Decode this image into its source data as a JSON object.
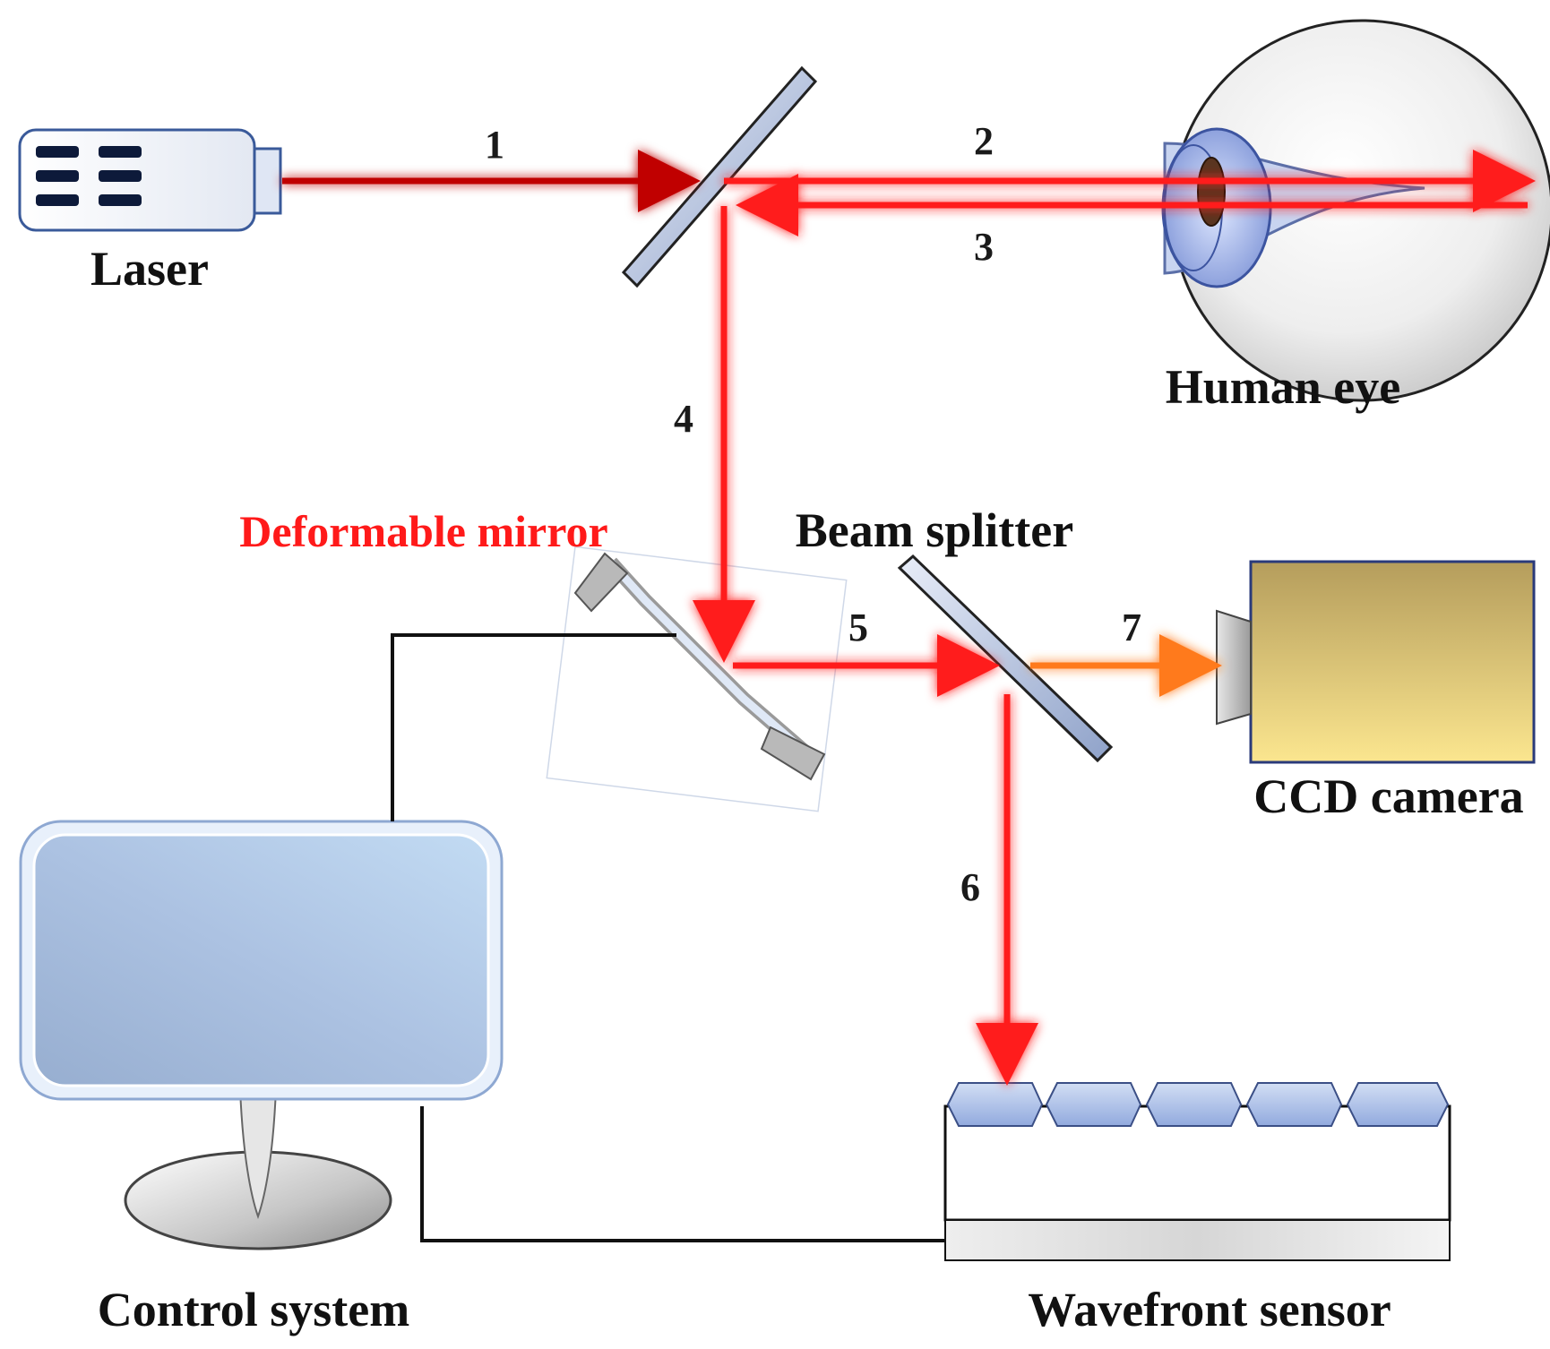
{
  "labels": {
    "laser": "Laser",
    "human_eye": "Human eye",
    "deformable_mirror": "Deformable mirror",
    "beam_splitter": "Beam splitter",
    "ccd_camera": "CCD camera",
    "control_system": "Control system",
    "wavefront_sensor": "Wavefront sensor"
  },
  "beam_numbers": [
    "1",
    "2",
    "3",
    "4",
    "5",
    "6",
    "7"
  ],
  "colors": {
    "beam_red": "#ff1a1a",
    "beam_dark_red": "#c00000",
    "beam_orange": "#ff7a1a",
    "highlight_label": "#ff1a1a",
    "mirror_fill": "#aab8d8",
    "wire": "#111111"
  }
}
